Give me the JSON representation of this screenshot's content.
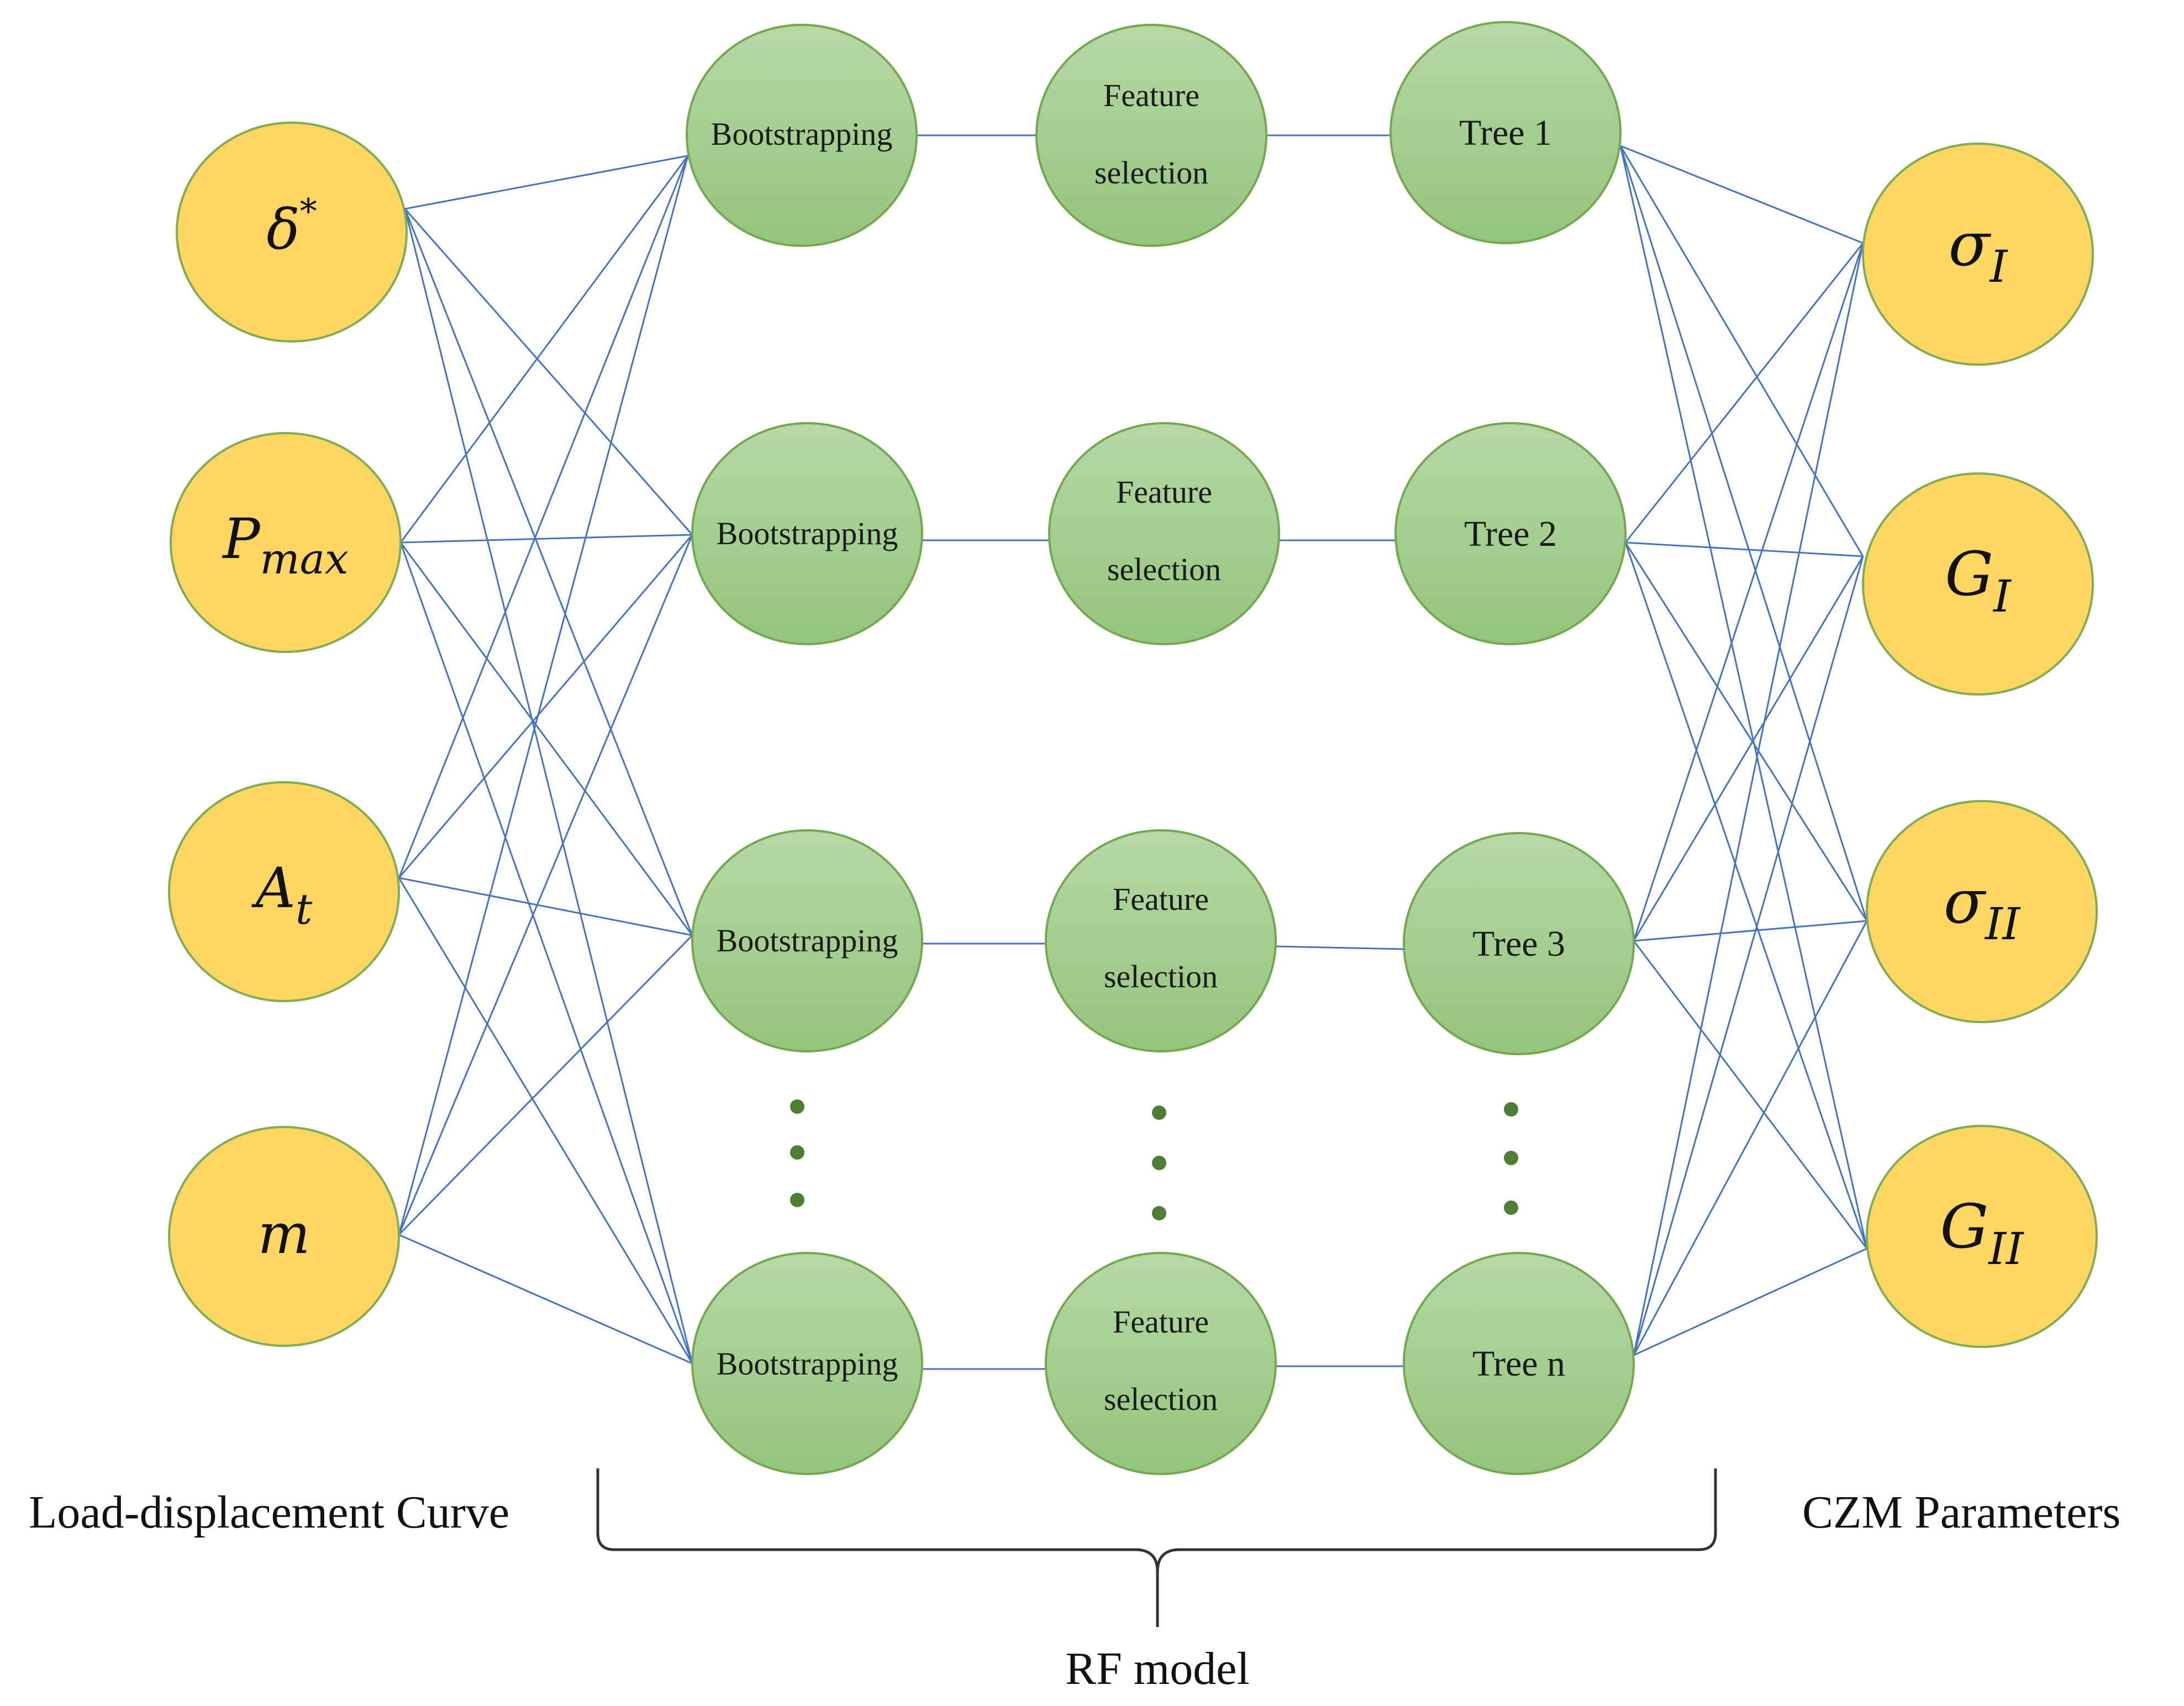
{
  "inputs": {
    "group_label": "Load-displacement Curve",
    "nodes": [
      {
        "id": "delta",
        "base": "δ",
        "sup": "*",
        "sub": ""
      },
      {
        "id": "pmax",
        "base": "P",
        "sup": "",
        "sub": "max"
      },
      {
        "id": "at",
        "base": "A",
        "sup": "",
        "sub": "t"
      },
      {
        "id": "m",
        "base": "m",
        "sup": "",
        "sub": ""
      }
    ]
  },
  "rf_model": {
    "group_label": "RF model",
    "rows": [
      {
        "bootstrap": "Bootstrapping",
        "feature_line1": "Feature",
        "feature_line2": "selection",
        "tree": "Tree 1"
      },
      {
        "bootstrap": "Bootstrapping",
        "feature_line1": "Feature",
        "feature_line2": "selection",
        "tree": "Tree 2"
      },
      {
        "bootstrap": "Bootstrapping",
        "feature_line1": "Feature",
        "feature_line2": "selection",
        "tree": "Tree 3"
      },
      {
        "bootstrap": "Bootstrapping",
        "feature_line1": "Feature",
        "feature_line2": "selection",
        "tree": "Tree n"
      }
    ]
  },
  "outputs": {
    "group_label": "CZM Parameters",
    "nodes": [
      {
        "id": "sigma1",
        "base": "σ",
        "sub": "I"
      },
      {
        "id": "g1",
        "base": "G",
        "sub": "I"
      },
      {
        "id": "sigma2",
        "base": "σ",
        "sub": "II"
      },
      {
        "id": "g2",
        "base": "G",
        "sub": "II"
      }
    ]
  },
  "colors": {
    "input_fill": "#FDD561",
    "input_stroke": "#7FAE52",
    "green_fill_top": "#B6D8A6",
    "green_fill_bottom": "#93C57B",
    "green_stroke": "#74A84F",
    "edge": "#4472C4",
    "dots": "#4E7E35"
  }
}
